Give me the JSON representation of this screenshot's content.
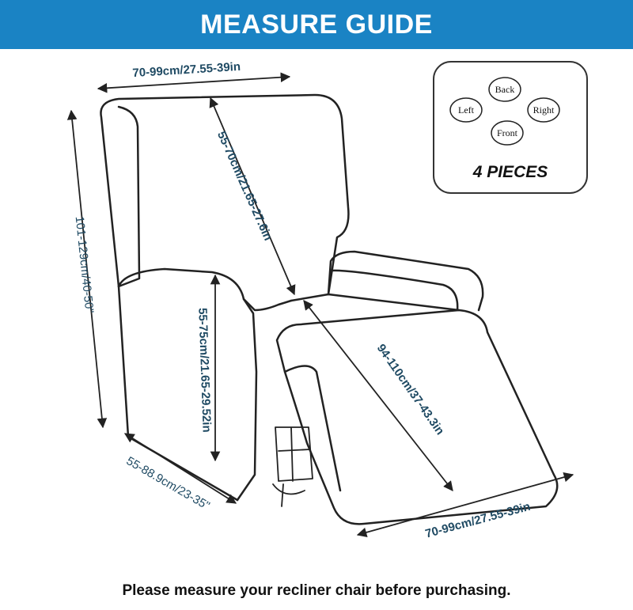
{
  "header": {
    "title": "MEASURE GUIDE"
  },
  "measurements": {
    "top_width": "70-99cm/27.55-39in",
    "total_height": "101-129cm/40-50\"",
    "backrest_height": "55-70cm/21.65-27.6in",
    "armrest_height": "55-75cm/21.65-29.52in",
    "seat_depth": "55-88.9cm/23-35\"",
    "footrest_length": "94-110cm/37-43.3in",
    "bottom_width": "70-99cm/27.55-39in"
  },
  "pieces": {
    "labels": [
      "Back",
      "Left",
      "Right",
      "Front"
    ],
    "title": "4 PIECES"
  },
  "footer": {
    "note": "Please measure your recliner chair before purchasing."
  },
  "colors": {
    "banner": "#1a83c4",
    "dimension_text": "#1f4a63",
    "outline": "#222222"
  }
}
